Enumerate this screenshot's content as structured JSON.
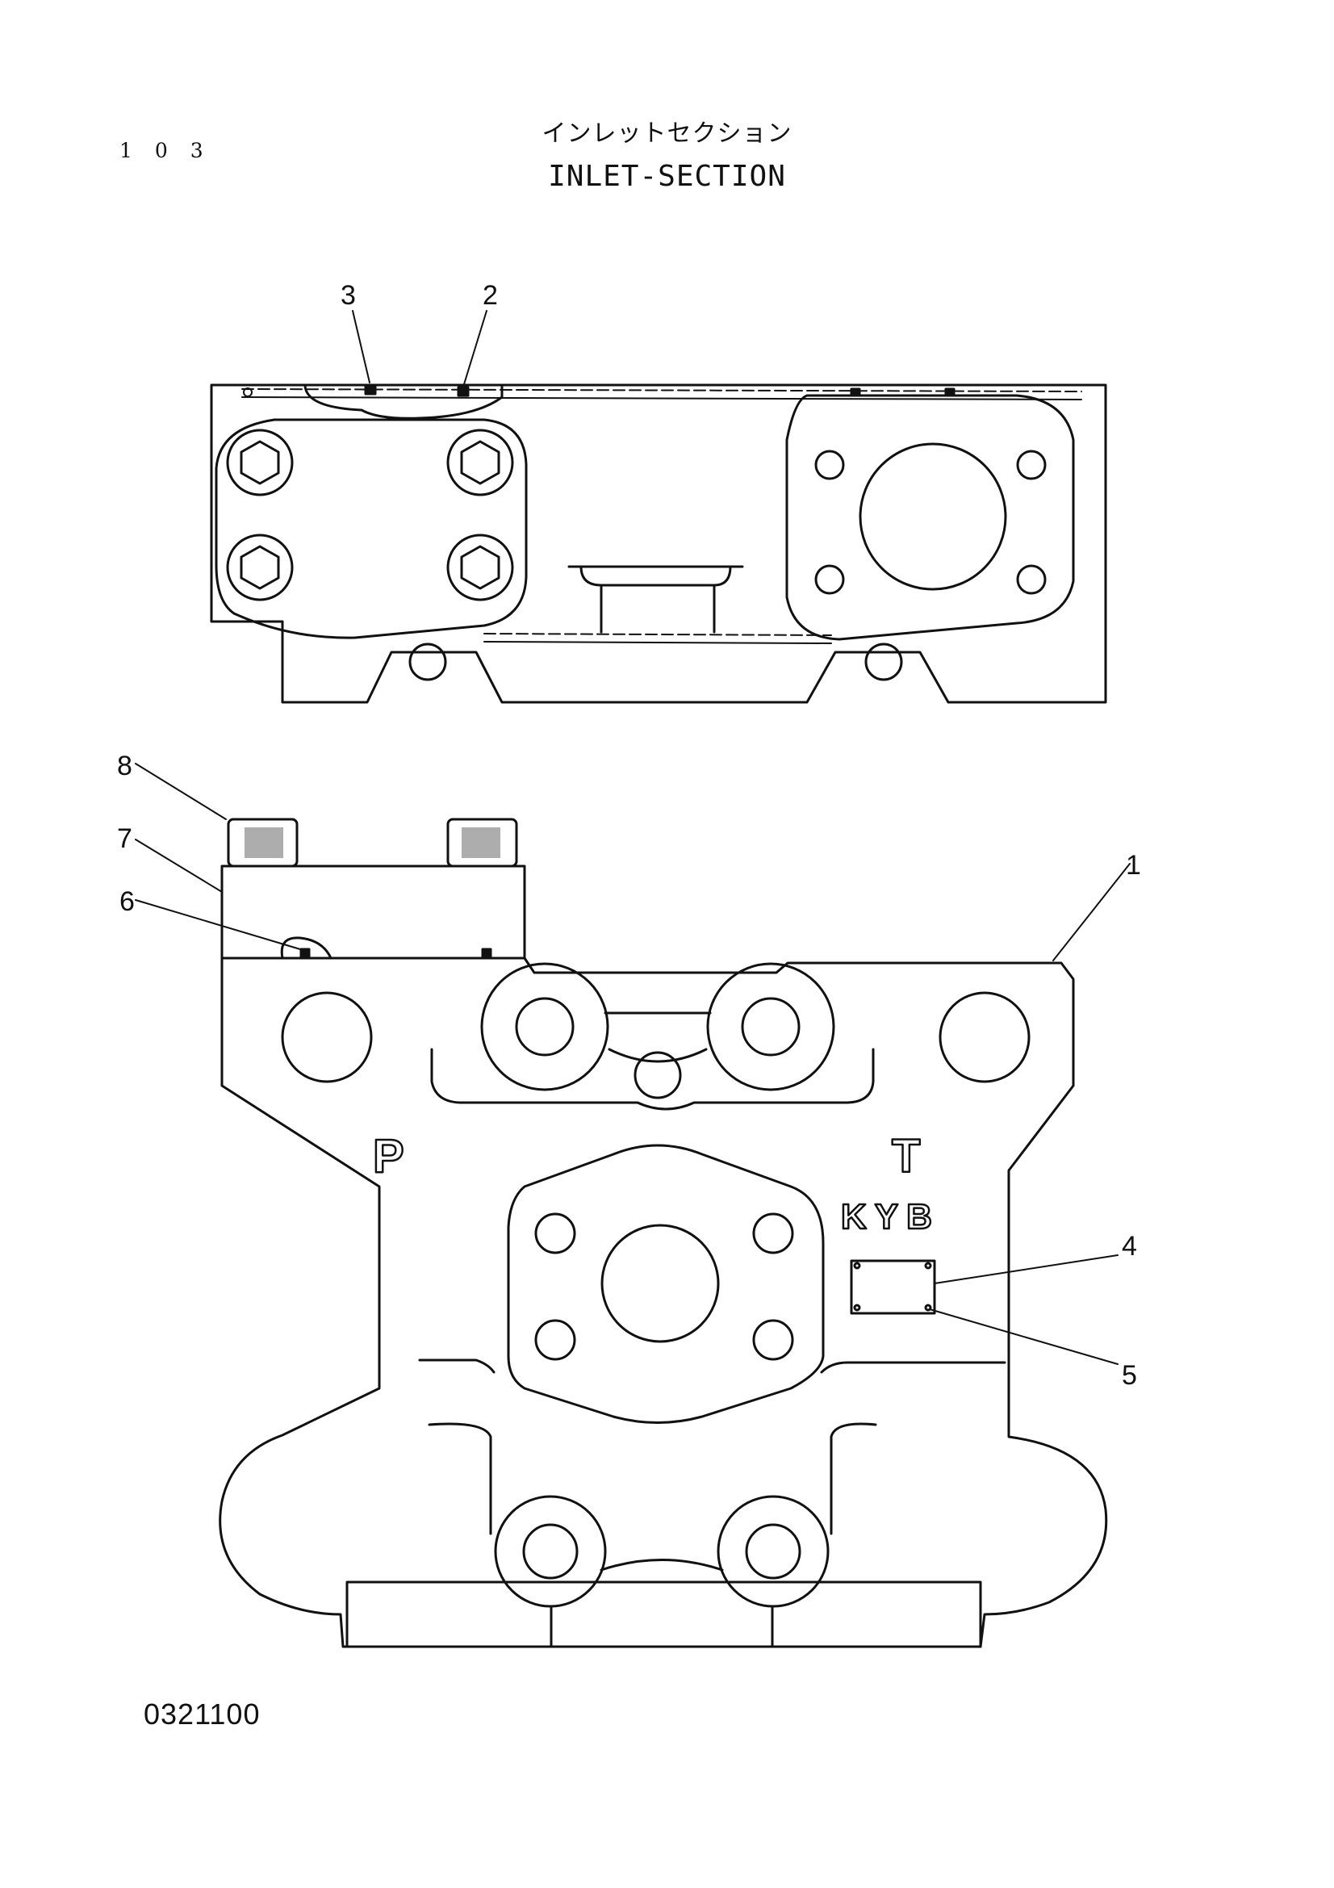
{
  "page_number": "1 0 3",
  "title_jp": "インレットセクション",
  "title_en": "INLET-SECTION",
  "drawing_code": "0321100",
  "callouts": [
    "1",
    "2",
    "3",
    "4",
    "5",
    "6",
    "7",
    "8"
  ],
  "port_labels": {
    "pump": "P",
    "tank": "T"
  },
  "brand_mark": "KYB",
  "line_color": "#111111"
}
